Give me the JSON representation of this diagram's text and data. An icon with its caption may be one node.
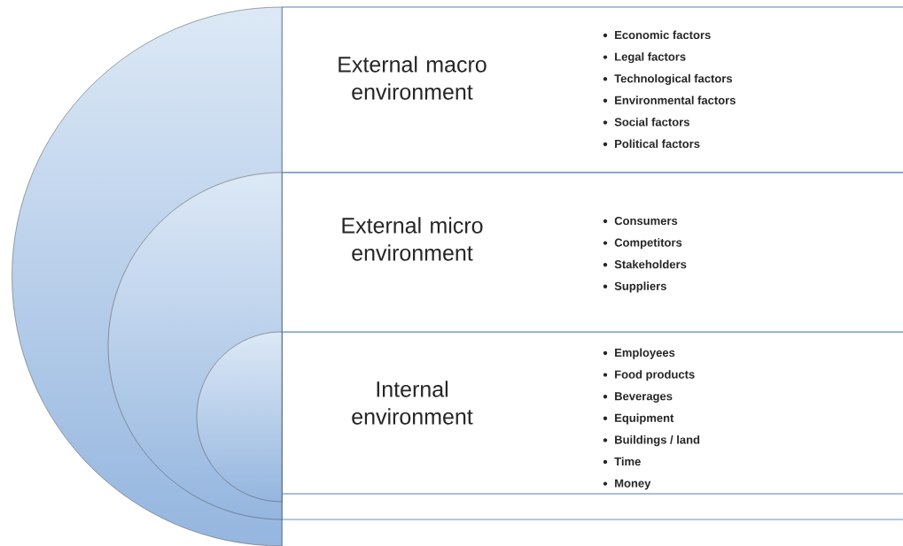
{
  "diagram": {
    "nodes": [
      {
        "text": [],
        "shape": "semicircle"
      },
      {
        "text": [],
        "shape": "semicircle",
        "in": 0
      },
      {
        "text": [],
        "shape": "semicircle",
        "in": 1
      },
      {
        "text": [
          "External macro environment",
          "Economic factors",
          "Legal factors",
          "Technological factors",
          "Environmental factors",
          "Social factors",
          "Political factors"
        ]
      },
      {
        "text": [
          "External micro environment",
          "Consumers",
          "Competitors",
          "Stakeholders",
          "Suppliers"
        ]
      },
      {
        "text": [
          "Internal environment",
          "Employees",
          "Food products",
          "Beverages",
          "Equipment",
          "Buildings / land",
          "Time",
          "Money"
        ]
      }
    ],
    "edges": []
  }
}
